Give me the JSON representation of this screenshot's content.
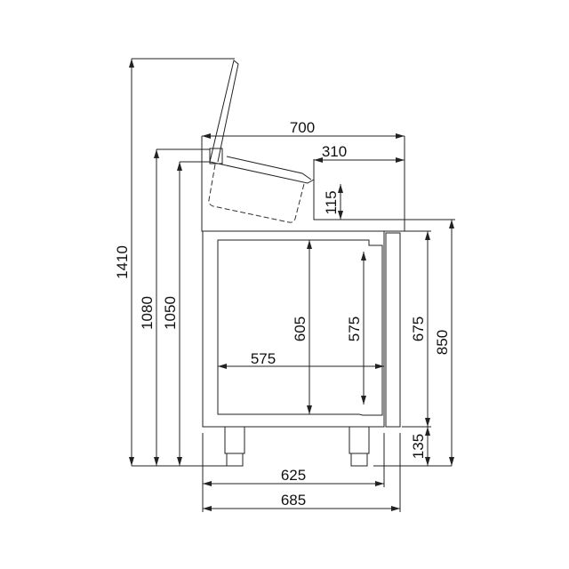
{
  "dimensions": {
    "total_height_lid_open": "1410",
    "height_1080": "1080",
    "height_1050": "1050",
    "worktop_depth": "700",
    "ingredient_opening": "310",
    "step_height": "115",
    "inner_height": "605",
    "door_inner_height": "575",
    "inner_depth": "575",
    "cabinet_height": "675",
    "worktop_height": "850",
    "leg_height": "135",
    "cabinet_depth": "625",
    "overall_depth": "685"
  },
  "colors": {
    "line": "#222222",
    "background": "#ffffff"
  }
}
